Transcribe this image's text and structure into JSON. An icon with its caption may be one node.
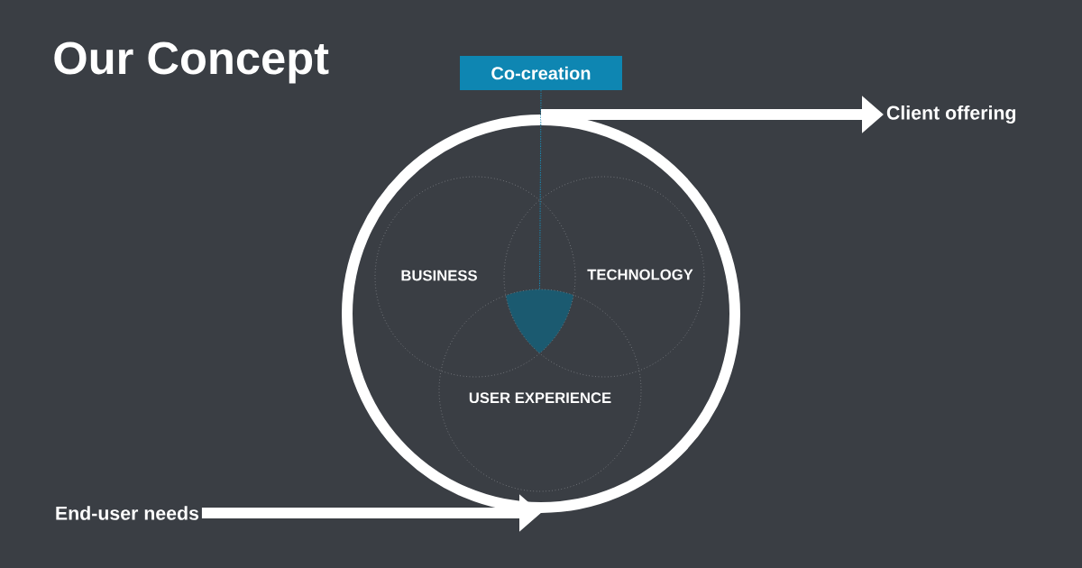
{
  "diagram": {
    "title": "Our Concept",
    "nodes": [
      {
        "text": [
          "Co-creation"
        ]
      },
      {
        "text": [],
        "shape": "circle"
      },
      {
        "text": [
          "BUSINESS"
        ],
        "in": 1
      },
      {
        "text": [
          "TECHNOLOGY"
        ],
        "in": 1
      },
      {
        "text": [
          "USER EXPERIENCE"
        ],
        "in": 1
      },
      {
        "text": [],
        "shape": "triangle"
      },
      {
        "text": [
          "Client offering"
        ]
      },
      {
        "text": [
          "End-user needs"
        ]
      }
    ],
    "edges": [
      {
        "from": 0,
        "to": 5,
        "arrow": "none",
        "style": "dashed",
        "color": "#1a8ab4"
      },
      {
        "from": 7,
        "to": 1,
        "arrow": "to"
      },
      {
        "from": 1,
        "to": 6,
        "arrow": "to"
      }
    ]
  }
}
